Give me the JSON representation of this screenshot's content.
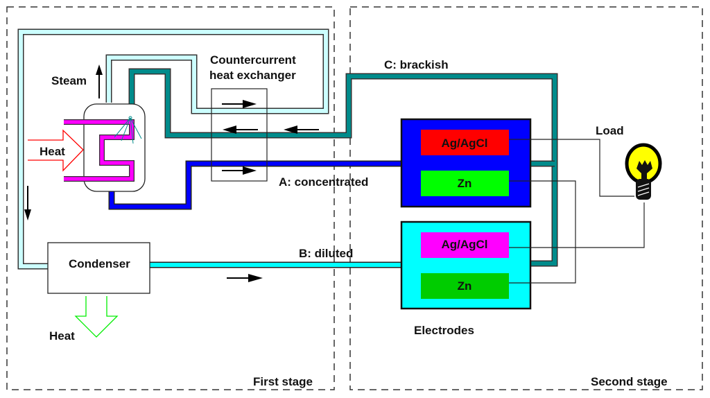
{
  "diagram": {
    "stages": {
      "first": "First stage",
      "second": "Second stage"
    },
    "labels": {
      "steam": "Steam",
      "heat_in": "Heat",
      "heat_out": "Heat",
      "exchanger_line1": "Countercurrent",
      "exchanger_line2": "heat exchanger",
      "condenser": "Condenser",
      "stream_a": "A: concentrated",
      "stream_b": "B: diluted",
      "stream_c": "C: brackish",
      "load": "Load",
      "electrodes": "Electrodes"
    },
    "cells": [
      {
        "name": "concentrated-cell",
        "electrolyte_color": "#0000ff",
        "electrodes": [
          {
            "label": "Ag/AgCl",
            "color": "#ff0000"
          },
          {
            "label": "Zn",
            "color": "#00ff00"
          }
        ]
      },
      {
        "name": "diluted-cell",
        "electrolyte_color": "#00ffff",
        "electrodes": [
          {
            "label": "Ag/AgCl",
            "color": "#ff00ff"
          },
          {
            "label": "Zn",
            "color": "#00cc00"
          }
        ]
      }
    ],
    "colors": {
      "steam_pipe": "#ccffff",
      "brackish_pipe": "#008b8b",
      "concentrated_pipe": "#0000ff",
      "diluted_pipe": "#00ffff",
      "heater_coil": "#ff00ff",
      "heat_in_arrow": "#ff0000",
      "heat_out_arrow": "#00ee00",
      "bulb": "#ffff00"
    }
  }
}
